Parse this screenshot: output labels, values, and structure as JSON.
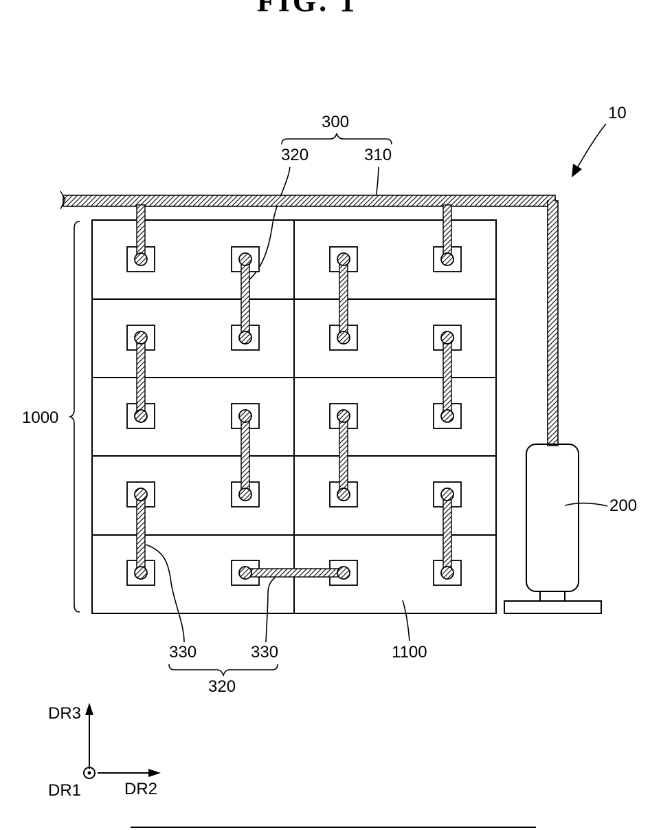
{
  "figure": {
    "title": "FIG. 1",
    "labels": {
      "system": "10",
      "pipe_assembly": "300",
      "branch_pipe_top": "320",
      "main_pipe": "310",
      "battery_group": "1000",
      "pump": "200",
      "module": "1100",
      "connector_left": "330",
      "connector_mid": "330",
      "branch_pipe_bottom": "320"
    },
    "axes": {
      "dr1": "DR1",
      "dr2": "DR2",
      "dr3": "DR3"
    }
  }
}
